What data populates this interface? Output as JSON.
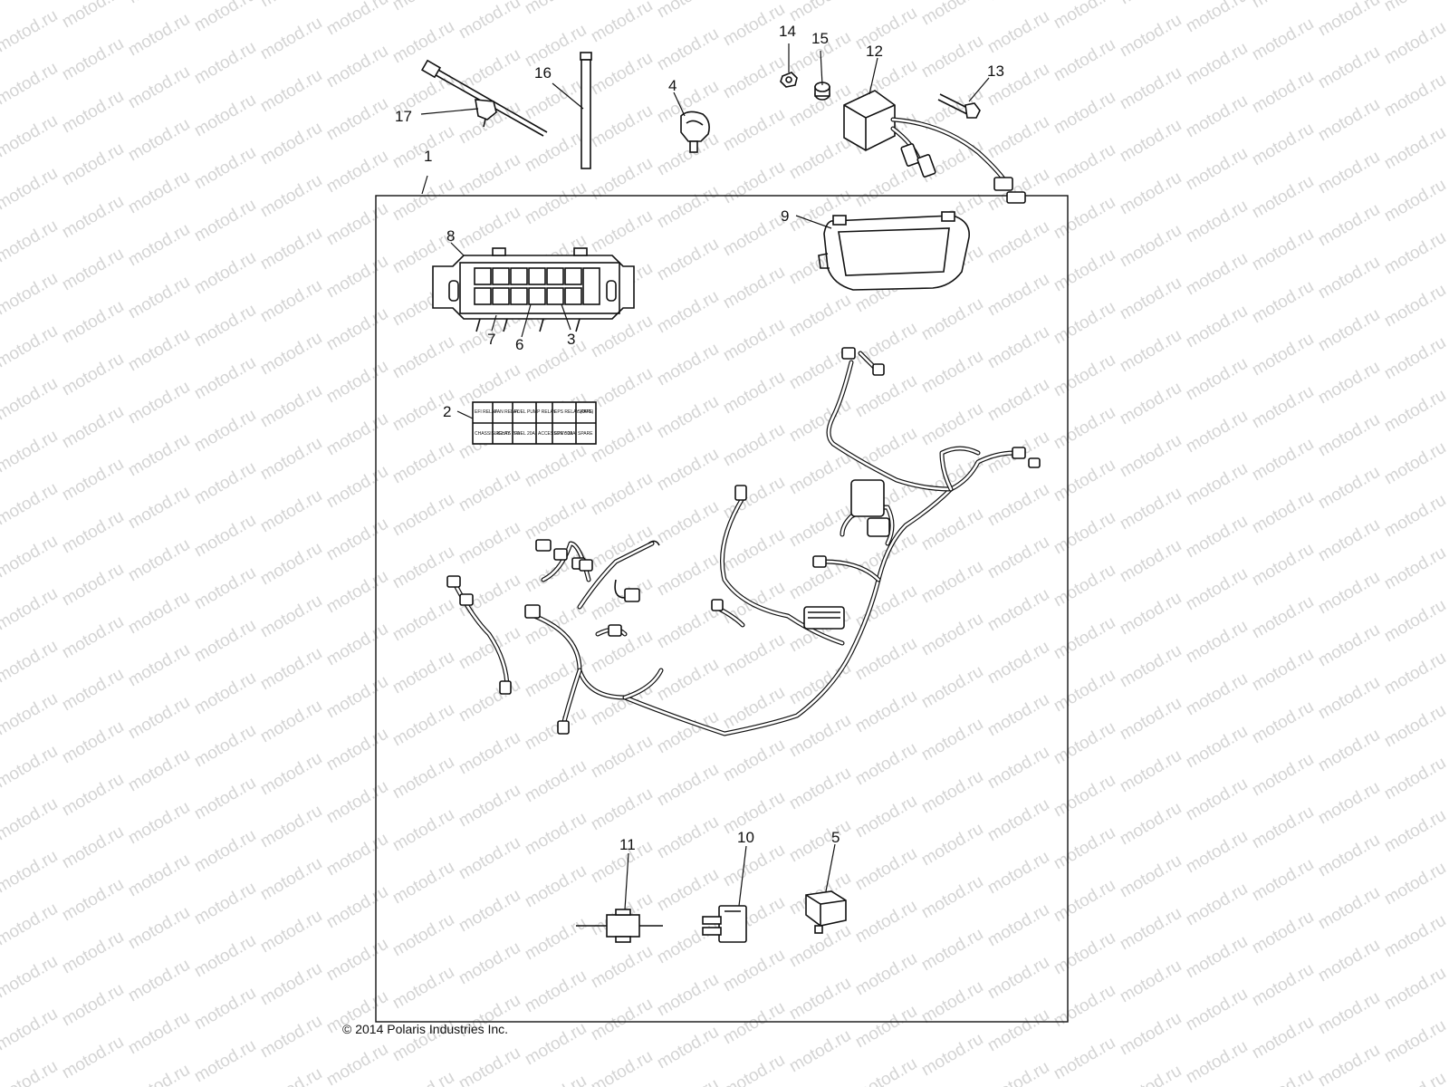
{
  "watermark": {
    "text": "motod.ru",
    "color": "#d4d4d4"
  },
  "copyright": "© 2014 Polaris Industries Inc.",
  "callouts": [
    "1",
    "2",
    "3",
    "4",
    "5",
    "6",
    "7",
    "8",
    "9",
    "10",
    "11",
    "12",
    "13",
    "14",
    "15",
    "16",
    "17"
  ],
  "decal": {
    "row1": [
      "EFI RELAY",
      "FAN RELAY",
      "FUEL PUMP RELAY",
      "",
      "EPS RELAY (OPT.)",
      "SPARE"
    ],
    "row2": [
      "CHASSIS RELAY",
      "LIGHTS 20A",
      "FUEL 20A",
      "ACCESSORY 20A",
      "EPS 30A",
      "SPARE"
    ]
  }
}
